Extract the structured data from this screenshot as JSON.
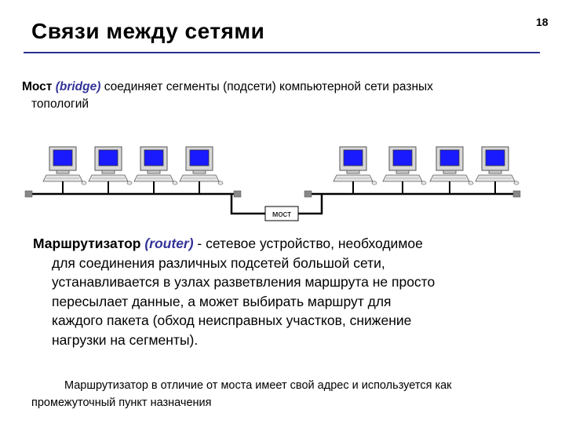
{
  "slide": {
    "title": "Связи между сетями",
    "number": "18"
  },
  "bridge_text": {
    "label": "Мост",
    "term": "(bridge)",
    "line1_rest": " соединяет сегменты (подсети) компьютерной сети разных",
    "line2": "топологий"
  },
  "diagram": {
    "bridge_label": "мост",
    "left_segment_computers": 4,
    "right_segment_computers": 4,
    "screen_color": "#1a1aff",
    "cable_color": "#000000"
  },
  "router_text": {
    "label": "Маршрутизатор",
    "term": "(router)",
    "line1_rest": " - сетевое устройство, необходимое",
    "line2": "для соединения различных подсетей большой сети,",
    "line3": "устанавливается в узлах разветвления маршрута не просто",
    "line4": "пересылает данные, а может выбирать маршрут для",
    "line5": "каждого пакета (обход неисправных участков, снижение",
    "line6": "нагрузки на сегменты)."
  },
  "note_text": {
    "line1": "Маршрутизатор в отличие от моста имеет свой адрес и используется как",
    "line2": "промежуточный пункт назначения"
  },
  "colors": {
    "accent": "#333399",
    "rule": "#2b2f8f"
  }
}
